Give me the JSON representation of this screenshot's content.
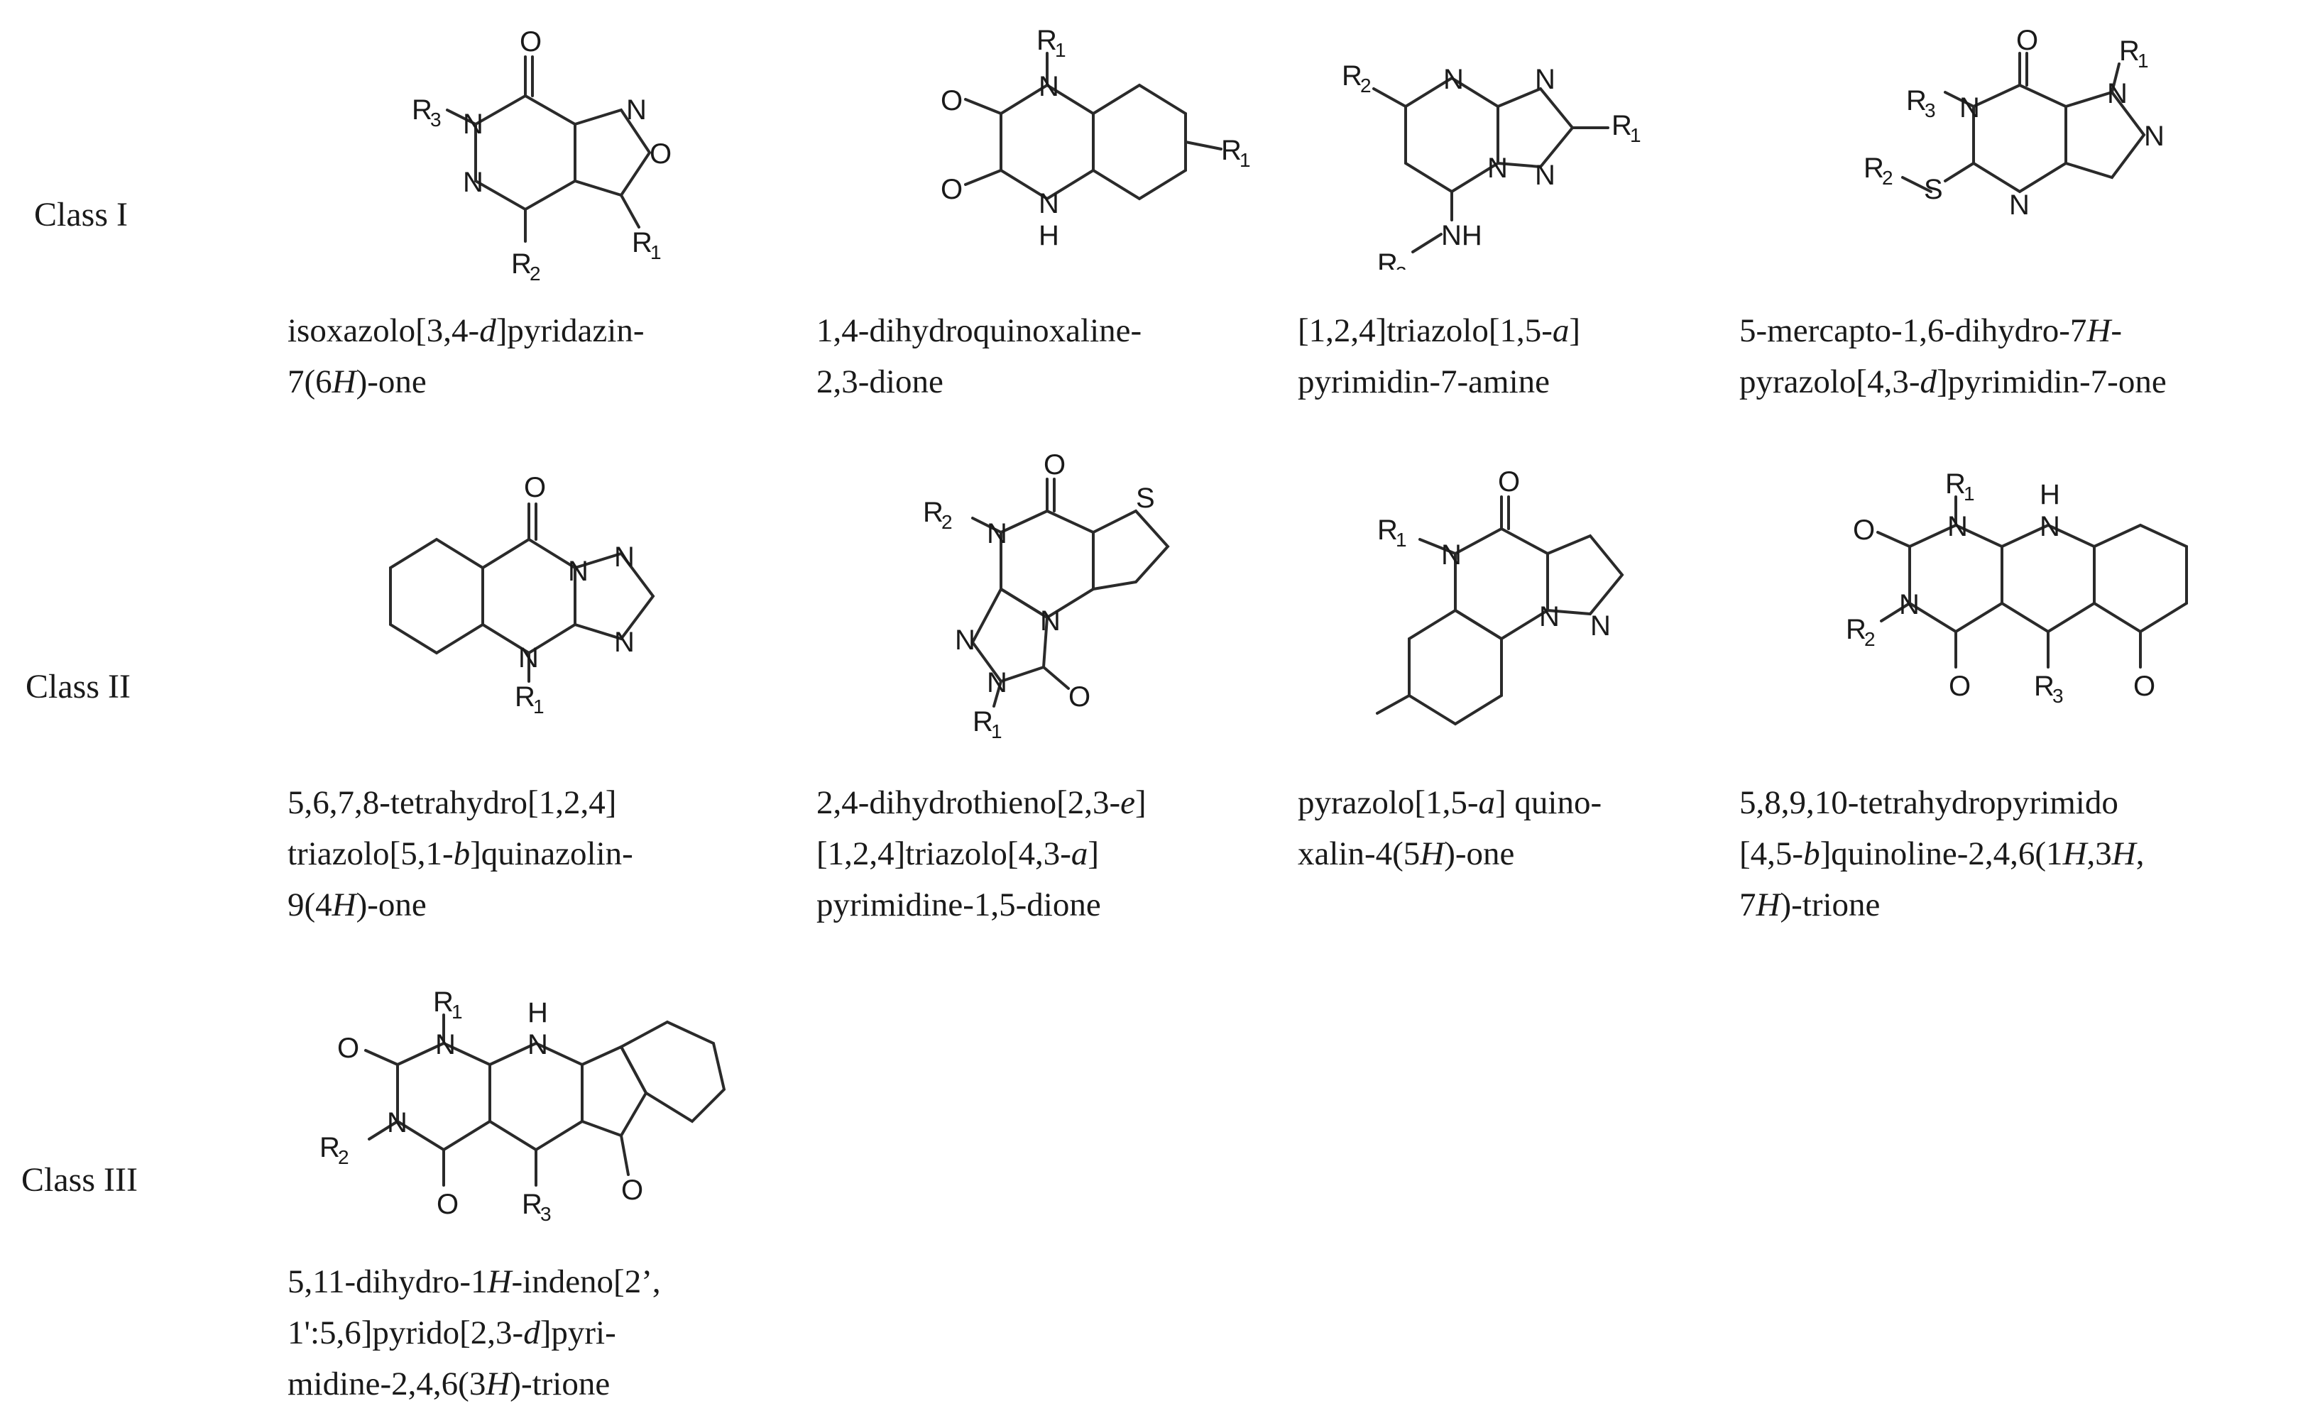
{
  "colors": {
    "class1": "#2de02d",
    "class2": "#22dde8",
    "class3": "#f2f21c"
  },
  "classes": [
    {
      "label": "Class I",
      "compounds": [
        {
          "name_lines": [
            "isoxazolo[3,4-<i>d</i>]pyridazin-",
            "7(6<i>H</i>)-one"
          ]
        },
        {
          "name_lines": [
            "1,4-dihydroquinoxaline-",
            "2,3-dione"
          ]
        },
        {
          "name_lines": [
            "[1,2,4]triazolo[1,5-<i>a</i>]",
            "pyrimidin-7-amine"
          ]
        },
        {
          "name_lines": [
            "5-mercapto-1,6-dihydro-7<i>H</i>-",
            "pyrazolo[4,3-<i>d</i>]pyrimidin-7-one"
          ]
        }
      ]
    },
    {
      "label": "Class II",
      "compounds": [
        {
          "name_lines": [
            "5,6,7,8-tetrahydro[1,2,4]",
            "triazolo[5,1-<i>b</i>]quinazolin-",
            "9(4<i>H</i>)-one"
          ]
        },
        {
          "name_lines": [
            "2,4-dihydrothieno[2,3-<i>e</i>]",
            "[1,2,4]triazolo[4,3-<i>a</i>]",
            "pyrimidine-1,5-dione"
          ]
        },
        {
          "name_lines": [
            "pyrazolo[1,5-<i>a</i>] quino-",
            "xalin-4(5<i>H</i>)-one"
          ]
        },
        {
          "name_lines": [
            "5,8,9,10-tetrahydropyrimido",
            "[4,5-<i>b</i>]quinoline-2,4,6(1<i>H</i>,3<i>H</i>,",
            "7<i>H</i>)-trione"
          ]
        }
      ]
    },
    {
      "label": "Class III",
      "compounds": [
        {
          "name_lines": [
            "5,11-dihydro-1<i>H</i>-indeno[2’,",
            "1':5,6]pyrido[2,3-<i>d</i>]pyri-",
            "midine-2,4,6(3<i>H</i>)-trione"
          ]
        }
      ]
    }
  ],
  "atoms": {
    "O": "O",
    "N": "N",
    "S": "S",
    "H": "H",
    "NH": "NH",
    "R": "R",
    "one": "1",
    "two": "2",
    "three": "3"
  }
}
